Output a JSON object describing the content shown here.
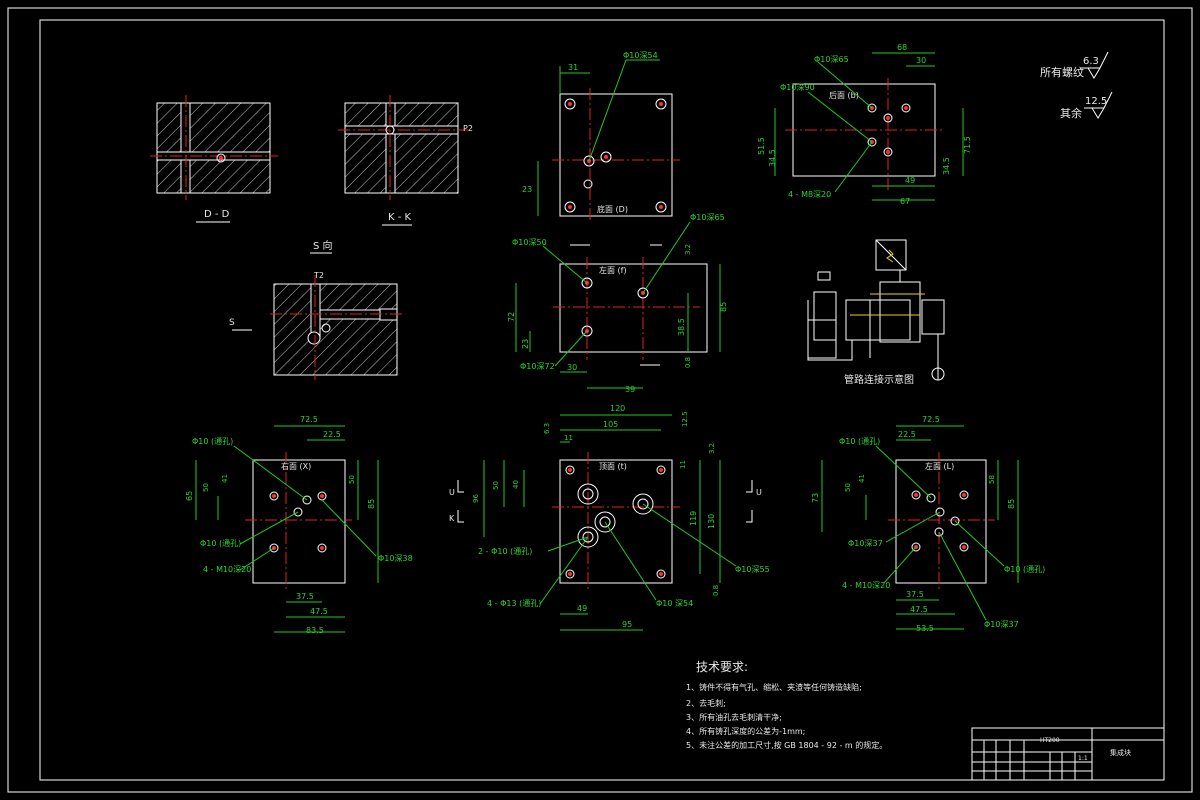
{
  "views": {
    "section_dd": "D - D",
    "section_kk": "K - K",
    "view_s": "S 向",
    "s_arrow": "S",
    "t2": "T2",
    "p2": "P2"
  },
  "bottom_face": {
    "title": "底面 (D)",
    "hole": "Φ10深54",
    "dim_top": "31",
    "dim_left": "23"
  },
  "right_top_face": {
    "title": "后面 (b)",
    "hole1": "Φ10深65",
    "hole2": "Φ10深90",
    "thread": "4 - M8深20",
    "dims": [
      "68",
      "30",
      "51.5",
      "34.5",
      "71.5",
      "34.5",
      "49",
      "67"
    ]
  },
  "left_face_mid": {
    "title": "左面 (f)",
    "hole1": "Φ10深50",
    "hole2": "Φ10深65",
    "hole3": "Φ10深72",
    "dims": [
      "72",
      "23",
      "30",
      "85",
      "38.5",
      "39",
      "0.8",
      "3.2"
    ]
  },
  "right_face": {
    "title": "右面 (X)",
    "hole_through": "Φ10 (通孔)",
    "hole_through2": "Φ10 (通孔)",
    "hole_deep": "Φ10深38",
    "thread": "4 - M10深20",
    "dims": [
      "72.5",
      "22.5",
      "65",
      "41",
      "50",
      "50",
      "85",
      "37.5",
      "47.5",
      "83.5"
    ]
  },
  "top_face": {
    "title": "顶面 (t)",
    "hole_through": "2 - Φ10 (通孔)",
    "hole_13": "4 - Φ13 (通孔)",
    "hole_deep1": "Φ10深55",
    "hole_deep2": "Φ10 深54",
    "dims": [
      "120",
      "105",
      "11",
      "11",
      "6.3",
      "12.5",
      "3.2",
      "40",
      "50",
      "96",
      "119",
      "130",
      "49",
      "95",
      "0.8"
    ],
    "section_u": "U",
    "section_k": "K"
  },
  "left_face": {
    "title": "左面 (L)",
    "hole_through": "Φ10 (通孔)",
    "hole_deep37": "Φ10深37",
    "hole_through2": "Φ10 (通孔)",
    "hole_deep": "Φ10深37",
    "thread": "4 - M10深20",
    "dims": [
      "72.5",
      "22.5",
      "73",
      "41",
      "50",
      "58",
      "85",
      "37.5",
      "47.5",
      "53.5"
    ]
  },
  "schematic": {
    "caption": "管路连接示意图"
  },
  "roughness": {
    "all_label": "所有螺纹",
    "all_value": "6.3",
    "rest_label": "其余",
    "rest_value": "12.5"
  },
  "tech": {
    "heading": "技术要求:",
    "items": [
      "1、铸件不得有气孔、缩松、夹渣等任何铸造缺陷;",
      "2、去毛刺;",
      "3、所有油孔去毛刺清干净;",
      "4、所有铸孔深度的公差为-1mm;",
      "5、未注公差的加工尺寸,按 GB 1804 - 92 - m 的规定。"
    ]
  },
  "titleblock": {
    "part_name": "集成块",
    "scale": "1:1",
    "material": "HT200"
  }
}
